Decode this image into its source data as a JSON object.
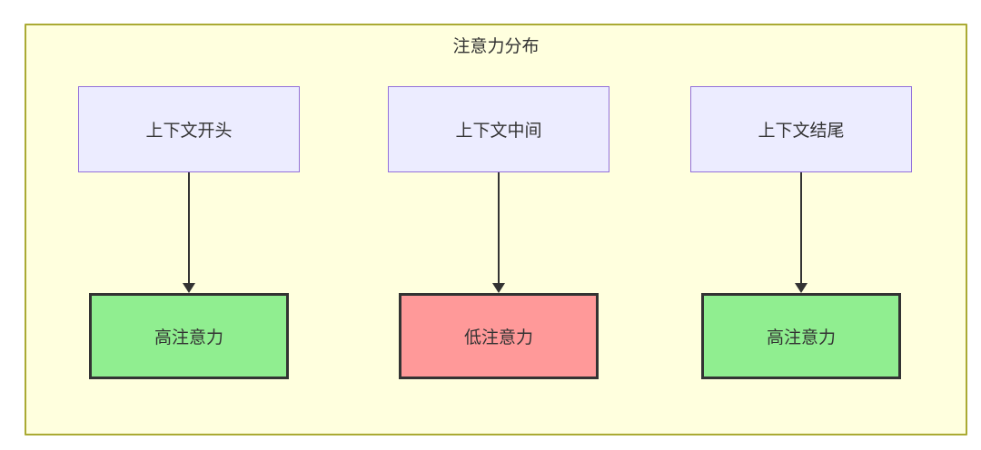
{
  "diagram": {
    "title": "注意力分布",
    "colors": {
      "container_bg": "#ffffde",
      "container_border": "#aaaa33",
      "source_fill": "#ececff",
      "source_border": "#9370db",
      "high_fill": "#90ee90",
      "low_fill": "#ff9999",
      "node_border": "#333333",
      "arrow_color": "#333333",
      "text_color": "#333333"
    },
    "columns": [
      {
        "source": {
          "label": "上下文开头"
        },
        "target": {
          "label": "高注意力",
          "level": "high"
        }
      },
      {
        "source": {
          "label": "上下文中间"
        },
        "target": {
          "label": "低注意力",
          "level": "low"
        }
      },
      {
        "source": {
          "label": "上下文结尾"
        },
        "target": {
          "label": "高注意力",
          "level": "high"
        }
      }
    ]
  }
}
